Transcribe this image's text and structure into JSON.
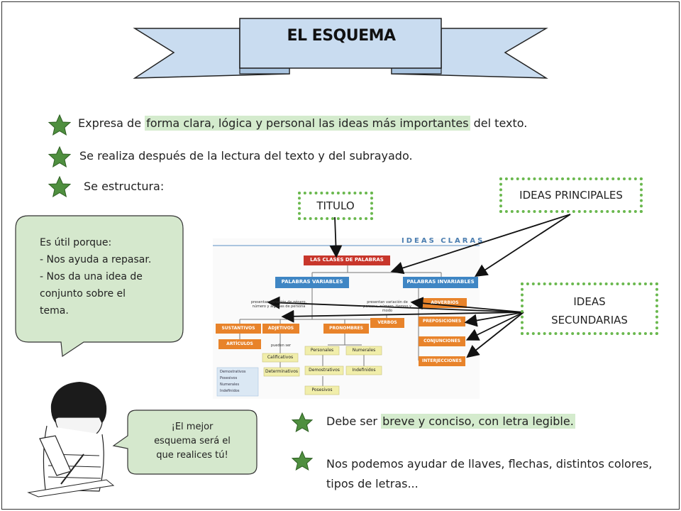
{
  "title": "EL ESQUEMA",
  "bullets": {
    "b1_pre": "Expresa de ",
    "b1_hl": "forma clara, lógica y personal las ideas más importantes",
    "b1_post": " del texto.",
    "b2": "Se realiza después de la lectura del texto y del subrayado.",
    "b3": "Se estructura:",
    "b4_pre": "Debe ser ",
    "b4_hl": "breve y conciso, con letra legible.",
    "b5_line1": "Nos podemos ayudar de llaves, flechas, distintos colores,",
    "b5_line2": "tipos de letras..."
  },
  "labels": {
    "titulo": "TITULO",
    "ideas_principales": "IDEAS PRINCIPALES",
    "ideas_secundarias_1": "IDEAS",
    "ideas_secundarias_2": "SECUNDARIAS"
  },
  "bubble_left": {
    "line1": "Es útil porque:",
    "line2": "- Nos ayuda a repasar.",
    "line3": "- Nos da una idea de",
    "line4": "conjunto sobre el",
    "line5": "tema."
  },
  "bubble_right": {
    "line1": "¡El mejor",
    "line2": "esquema será el",
    "line3": "que realices tú!"
  },
  "diagram": {
    "header": "IDEAS CLARAS",
    "root": "LAS CLASES DE PALABRAS",
    "variables": "PALABRAS VARIABLES",
    "invariables": "PALABRAS INVARIABLES",
    "note_left": "presentan variación de género, número y algunas de persona",
    "note_right": "presentan variación de persona, número, tiempo y modo",
    "sustantivos": "SUSTANTIVOS",
    "adjetivos": "ADJETIVOS",
    "pronombres": "PRONOMBRES",
    "verbos": "VERBOS",
    "adverbios": "ADVERBIOS",
    "preposiciones": "PREPOSICIONES",
    "conjunciones": "CONJUNCIONES",
    "interjecciones": "INTERJECCIONES",
    "articulos": "ARTÍCULOS",
    "pueden_ser": "pueden ser",
    "calificativos": "Calificativos",
    "determinativos": "Determinativos",
    "personales": "Personales",
    "numerales": "Numerales",
    "demostrativos": "Demostrativos",
    "indefinidos": "Indefinidos",
    "posesivos": "Posesivos",
    "det_list": [
      "Demostrativos",
      "Posesivos",
      "Numerales",
      "Indefinidos"
    ]
  },
  "colors": {
    "banner_fill": "#c9dcf0",
    "star": "#4f8f3f",
    "bubble_fill": "#d5e8cd",
    "dotted_border": "#6ab84e",
    "highlight": "#d4ebcd",
    "red_box": "#c8362b",
    "blue_box": "#3f86c4",
    "orange_box": "#e8832a",
    "yellow_box": "#f1eeaa"
  }
}
